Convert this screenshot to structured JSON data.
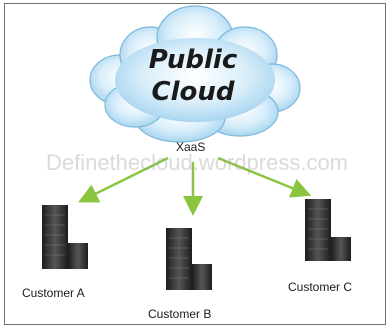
{
  "cloud": {
    "title_line1": "Public",
    "title_line2": "Cloud",
    "service_label": "XaaS",
    "icon": "cloud-icon"
  },
  "watermark": "Definethecloud.wordpress.com",
  "customers": [
    {
      "label": "Customer A",
      "icon": "building-icon"
    },
    {
      "label": "Customer B",
      "icon": "building-icon"
    },
    {
      "label": "Customer C",
      "icon": "building-icon"
    }
  ],
  "colors": {
    "cloud_fill": "#bfe2f6",
    "cloud_edge": "#7ab8da",
    "arrow": "#8bc53f",
    "building": "#2e2e2e"
  }
}
